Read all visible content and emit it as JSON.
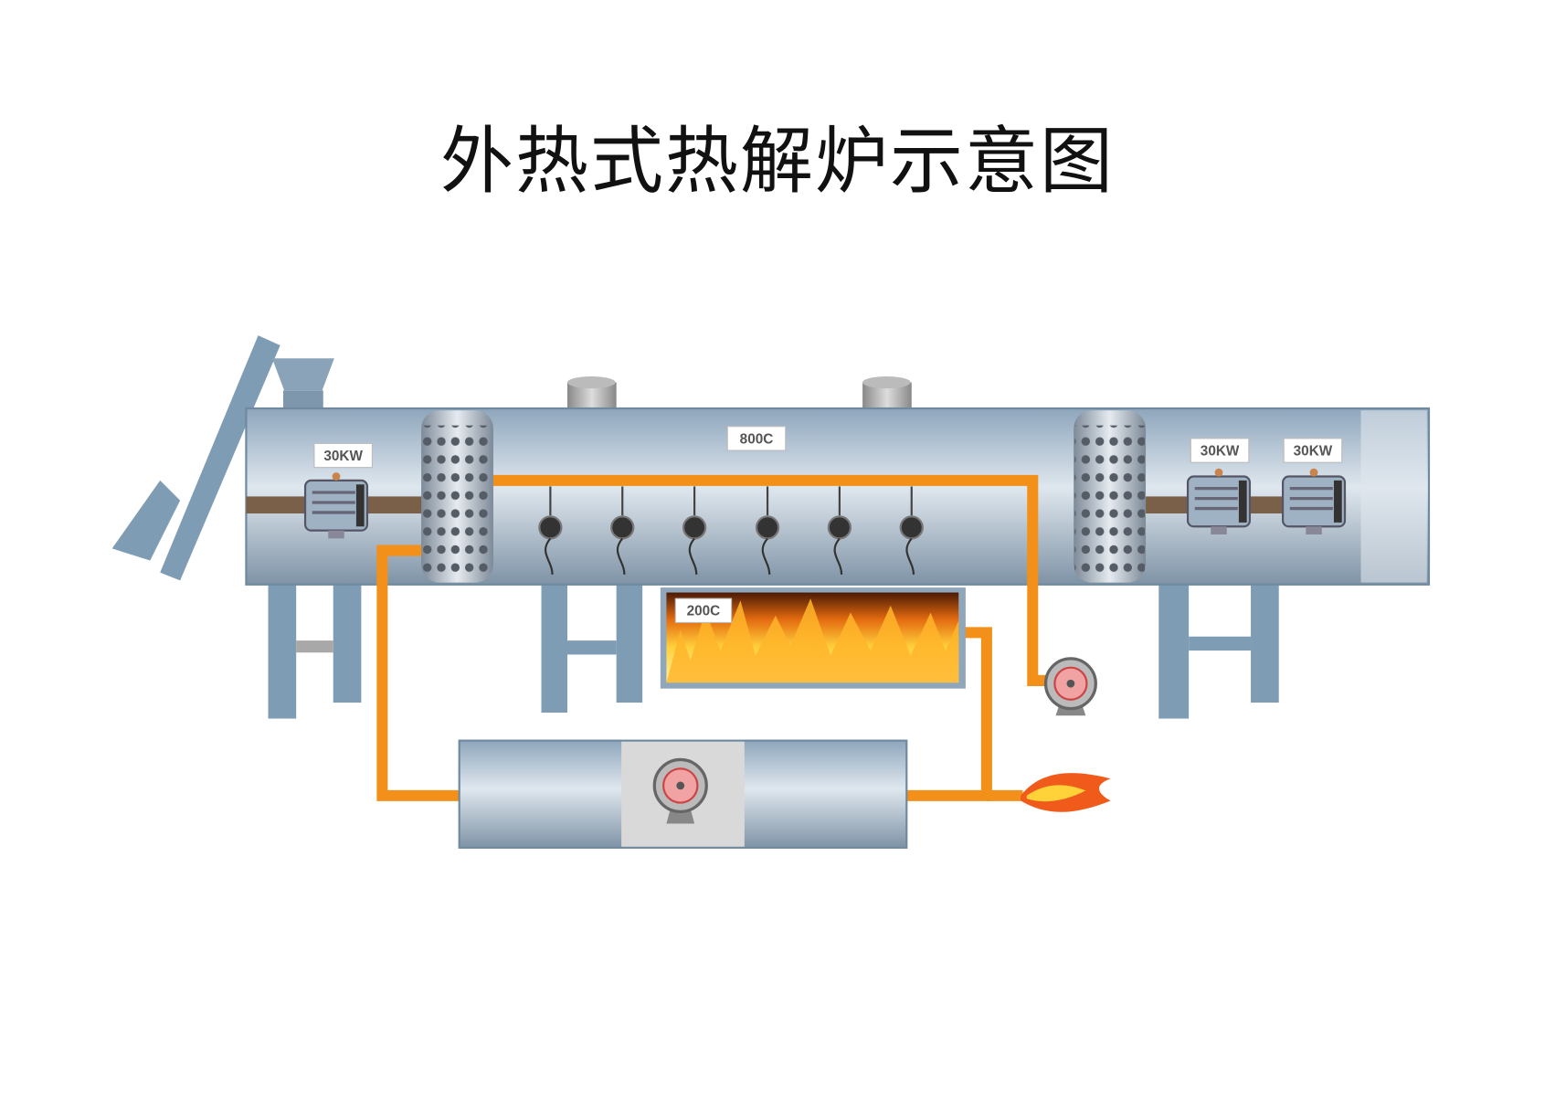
{
  "title": "外热式热解炉示意图",
  "labels": {
    "left_motor_power": "30KW",
    "right_motor_1_power": "30KW",
    "right_motor_2_power": "30KW",
    "drum_temperature": "800C",
    "firebox_temperature": "200C"
  },
  "colors": {
    "pipe": "#f39019",
    "steel": "#8fa6bb",
    "shaft": "#7a6048"
  }
}
